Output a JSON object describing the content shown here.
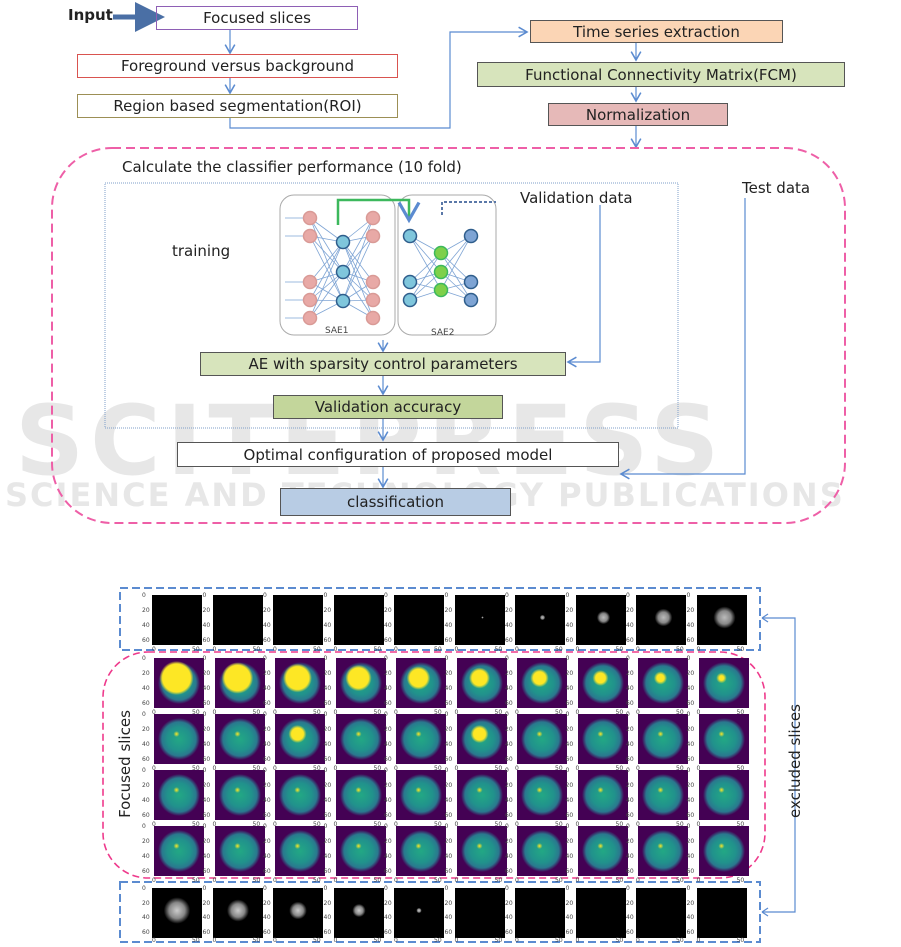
{
  "input_label": "Input",
  "pipeline": {
    "focused_slices": "Focused slices",
    "foreground": "Foreground versus background",
    "segmentation": "Region based segmentation(ROI)",
    "time_series": "Time series extraction",
    "fcm": "Functional Connectivity Matrix(FCM)",
    "normalization": "Normalization"
  },
  "classifier": {
    "title": "Calculate  the  classifier performance (10 fold)",
    "training": "training",
    "validation_data": "Validation data",
    "test_data": "Test data",
    "sae1": "SAE1",
    "sae2": "SAE2",
    "ae_box": "AE with sparsity control parameters",
    "validation_accuracy": "Validation accuracy",
    "optimal": "Optimal configuration of proposed model",
    "classification": "classification"
  },
  "slices": {
    "focused_label": "Focused slices",
    "excluded_label": "excluded slices",
    "y_ticks": [
      "0",
      "20",
      "40",
      "60"
    ],
    "x_ticks": [
      "0",
      "50"
    ],
    "columns": 10,
    "focused_rows": 4
  },
  "watermark": {
    "line1": "SCITEPRESS",
    "line2": "SCIENCE AND TECHNOLOGY PUBLICATIONS"
  },
  "colors": {
    "focused_border": "#8e5fb5",
    "foreground_border": "#d9534f",
    "segmentation_border": "#9c8f55",
    "time_series_fill": "#fbd5b5",
    "fcm_fill": "#d7e4bc",
    "normalization_fill": "#e6b9b8",
    "classification_fill": "#b8cce4",
    "pink_dash": "#ee5fa7",
    "blue_dash": "#5b8bd0",
    "arrow": "#5b8bd0"
  }
}
